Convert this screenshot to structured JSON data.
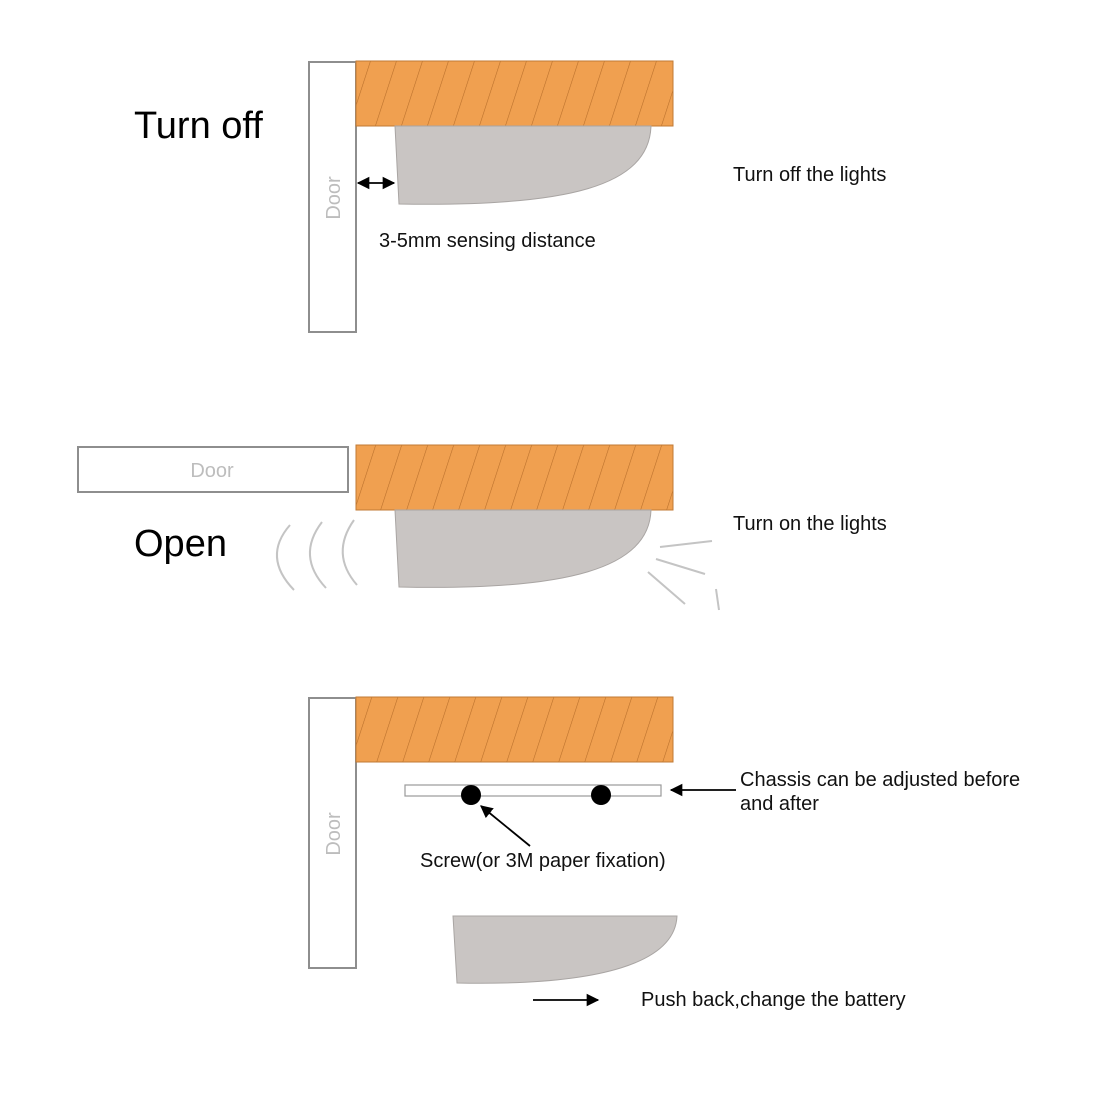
{
  "colors": {
    "wood": "#f0a050",
    "wood_hatch": "#b86e2a",
    "sensor": "#c9c5c3",
    "door_outline": "#8e8e8e",
    "door_label": "#bdbdbd",
    "screw": "#000000"
  },
  "panel_off": {
    "title": "Turn off",
    "door_label": "Door",
    "distance_label": "3-5mm sensing distance",
    "status_label": "Turn off the lights"
  },
  "panel_open": {
    "title": "Open",
    "door_label": "Door",
    "status_label": "Turn on the lights"
  },
  "panel_install": {
    "door_label": "Door",
    "chassis_label_line1": "Chassis can be adjusted before",
    "chassis_label_line2": "and after",
    "screw_label": "Screw(or 3M paper fixation)",
    "battery_label": "Push back,change the battery"
  }
}
